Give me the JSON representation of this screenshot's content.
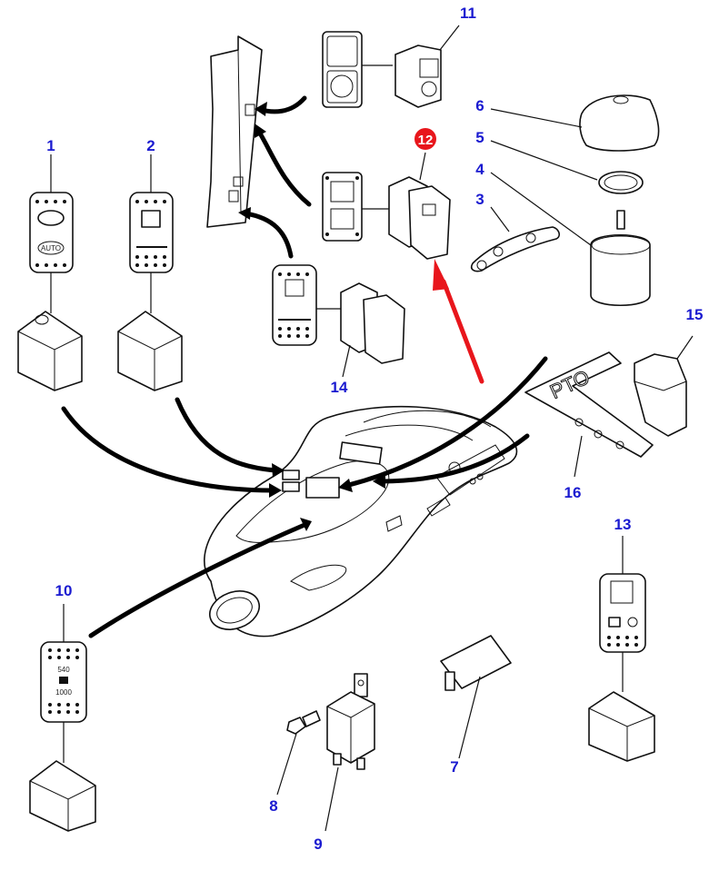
{
  "diagram": {
    "type": "exploded parts diagram",
    "subject": "tractor cab console switches",
    "label_color": "#1a1ad0",
    "highlight_color": "#e8161c",
    "highlighted_part": "12",
    "callouts": [
      {
        "id": "1",
        "label": "1",
        "part": "rocker switch - auto"
      },
      {
        "id": "2",
        "label": "2",
        "part": "rocker switch - four-wheel drive"
      },
      {
        "id": "3",
        "label": "3",
        "part": "selector decal plate"
      },
      {
        "id": "4",
        "label": "4",
        "part": "rotary switch"
      },
      {
        "id": "5",
        "label": "5",
        "part": "ring"
      },
      {
        "id": "6",
        "label": "6",
        "part": "knob"
      },
      {
        "id": "7",
        "label": "7",
        "part": "blanking cover"
      },
      {
        "id": "8",
        "label": "8",
        "part": "screw"
      },
      {
        "id": "9",
        "label": "9",
        "part": "relay"
      },
      {
        "id": "10",
        "label": "10",
        "part": "rocker switch - PTO speed 540/1000"
      },
      {
        "id": "11",
        "label": "11",
        "part": "rocker switch - diff lock"
      },
      {
        "id": "12",
        "label": "12",
        "part": "rocker switch (highlighted)"
      },
      {
        "id": "13",
        "label": "13",
        "part": "rocker switch - PTO"
      },
      {
        "id": "14",
        "label": "14",
        "part": "rocker switch - beacon"
      },
      {
        "id": "15",
        "label": "15",
        "part": "PTO switch"
      },
      {
        "id": "16",
        "label": "16",
        "part": "PTO decal"
      }
    ],
    "face_text": {
      "auto": "AUTO",
      "speed_low": "540",
      "speed_high": "1000",
      "pto_decal": "PTO"
    }
  }
}
